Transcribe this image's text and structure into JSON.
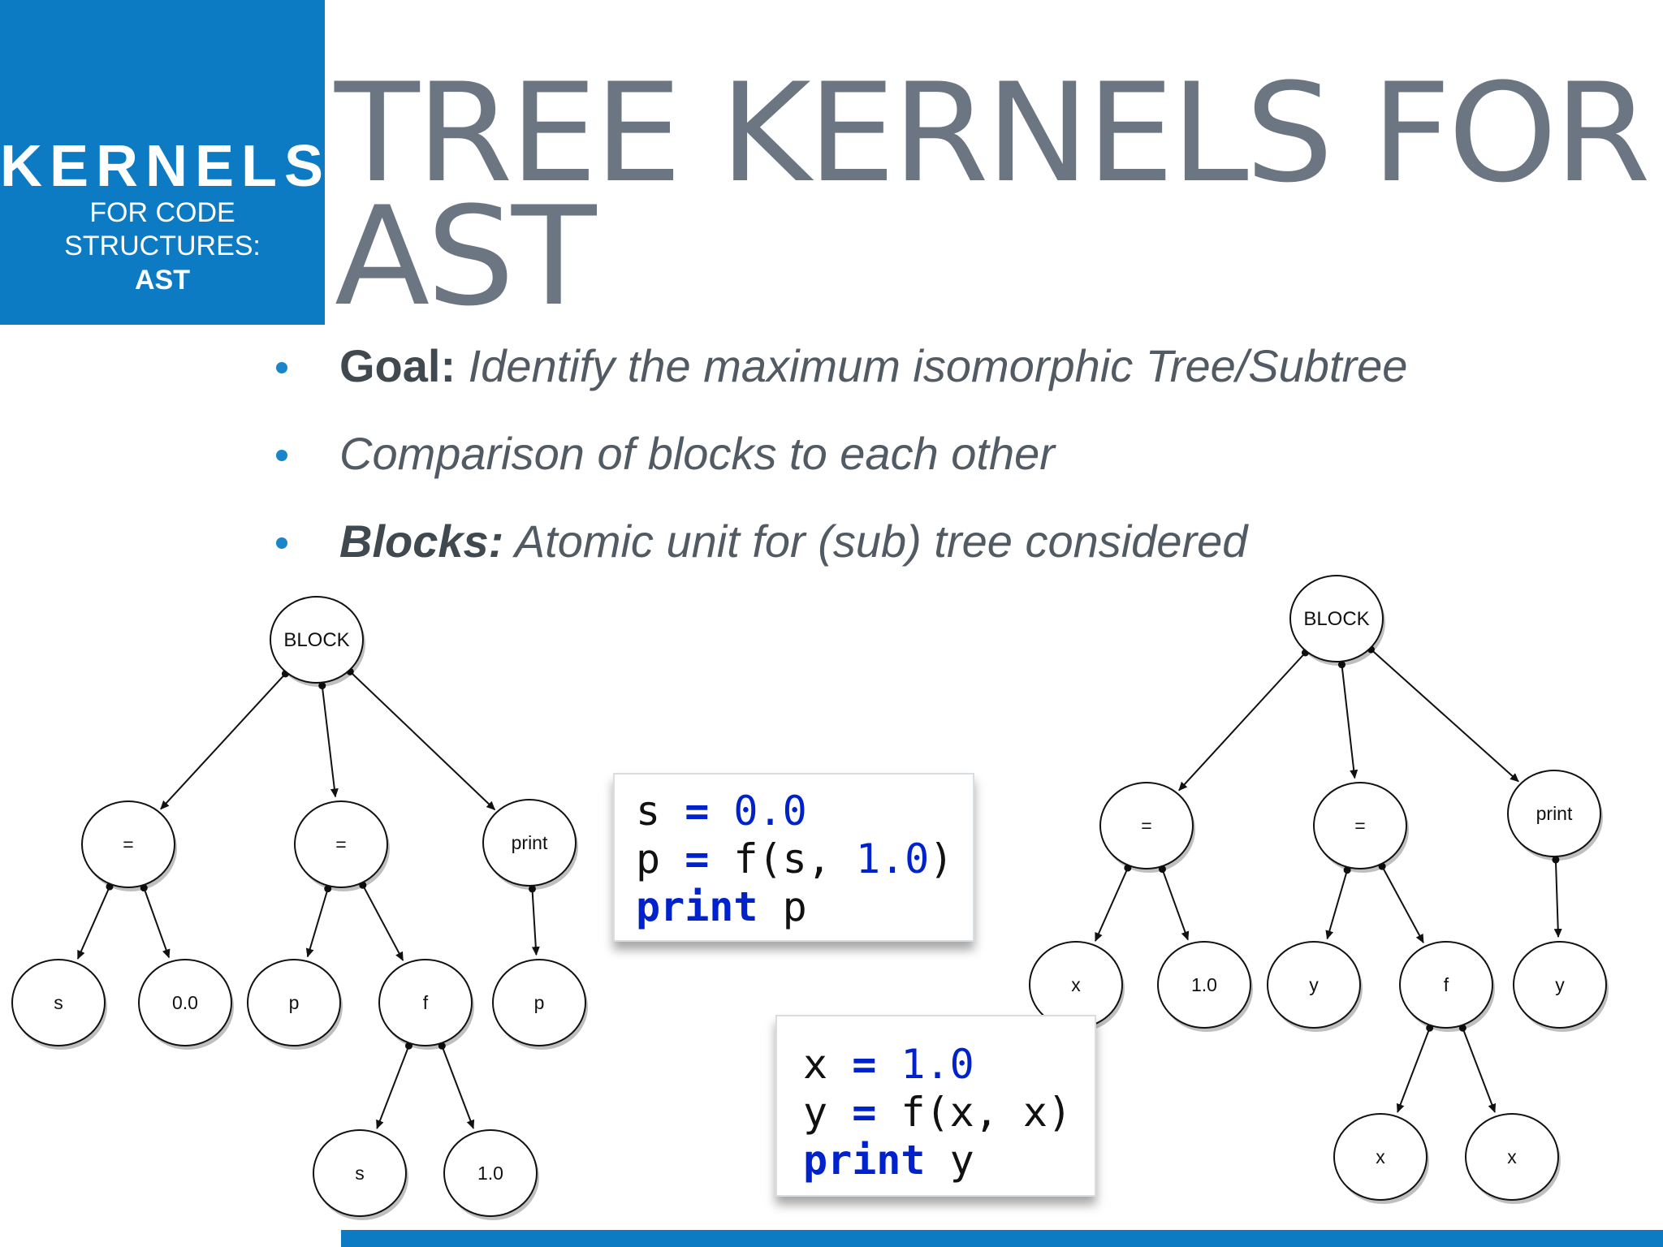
{
  "sidebar": {
    "title": "KERNELS",
    "subtitle_line1": "FOR CODE",
    "subtitle_line2": "STRUCTURES:",
    "subtitle_bold": "AST"
  },
  "title": {
    "line1": "TREE KERNELS FOR",
    "line2": "AST"
  },
  "bullets": [
    {
      "bold": "Goal:",
      "text": " Identify the maximum isomorphic Tree/Subtree"
    },
    {
      "bold": "",
      "text": "Comparison of blocks to each other"
    },
    {
      "bold": "Blocks:",
      "text": " Atomic unit for (sub) tree considered"
    }
  ],
  "code1": {
    "lines": [
      [
        {
          "t": "s",
          "c": "plain"
        },
        {
          "t": " = ",
          "c": "kw"
        },
        {
          "t": "0.0",
          "c": "num"
        }
      ],
      [
        {
          "t": "p",
          "c": "plain"
        },
        {
          "t": " = ",
          "c": "kw"
        },
        {
          "t": "f(s, ",
          "c": "plain"
        },
        {
          "t": "1.0",
          "c": "num"
        },
        {
          "t": ")",
          "c": "plain"
        }
      ],
      [
        {
          "t": "print",
          "c": "kw"
        },
        {
          "t": " p",
          "c": "plain"
        }
      ]
    ]
  },
  "code2": {
    "lines": [
      [
        {
          "t": "x",
          "c": "plain"
        },
        {
          "t": " = ",
          "c": "kw"
        },
        {
          "t": "1.0",
          "c": "num"
        }
      ],
      [
        {
          "t": "y",
          "c": "plain"
        },
        {
          "t": " = ",
          "c": "kw"
        },
        {
          "t": "f(x, x)",
          "c": "plain"
        }
      ],
      [
        {
          "t": "print",
          "c": "kw"
        },
        {
          "t": " y",
          "c": "plain"
        }
      ]
    ]
  },
  "tree1": {
    "nodes": [
      "BLOCK",
      "=",
      "=",
      "print",
      "s",
      "0.0",
      "p",
      "f",
      "p",
      "s",
      "1.0"
    ],
    "edges": [
      [
        0,
        1
      ],
      [
        0,
        2
      ],
      [
        0,
        3
      ],
      [
        1,
        4
      ],
      [
        1,
        5
      ],
      [
        2,
        6
      ],
      [
        2,
        7
      ],
      [
        3,
        8
      ],
      [
        7,
        9
      ],
      [
        7,
        10
      ]
    ]
  },
  "tree2": {
    "nodes": [
      "BLOCK",
      "=",
      "=",
      "print",
      "x",
      "1.0",
      "y",
      "f",
      "y",
      "x",
      "x"
    ],
    "edges": [
      [
        0,
        1
      ],
      [
        0,
        2
      ],
      [
        0,
        3
      ],
      [
        1,
        4
      ],
      [
        1,
        5
      ],
      [
        2,
        6
      ],
      [
        2,
        7
      ],
      [
        3,
        8
      ],
      [
        7,
        9
      ],
      [
        7,
        10
      ]
    ]
  }
}
